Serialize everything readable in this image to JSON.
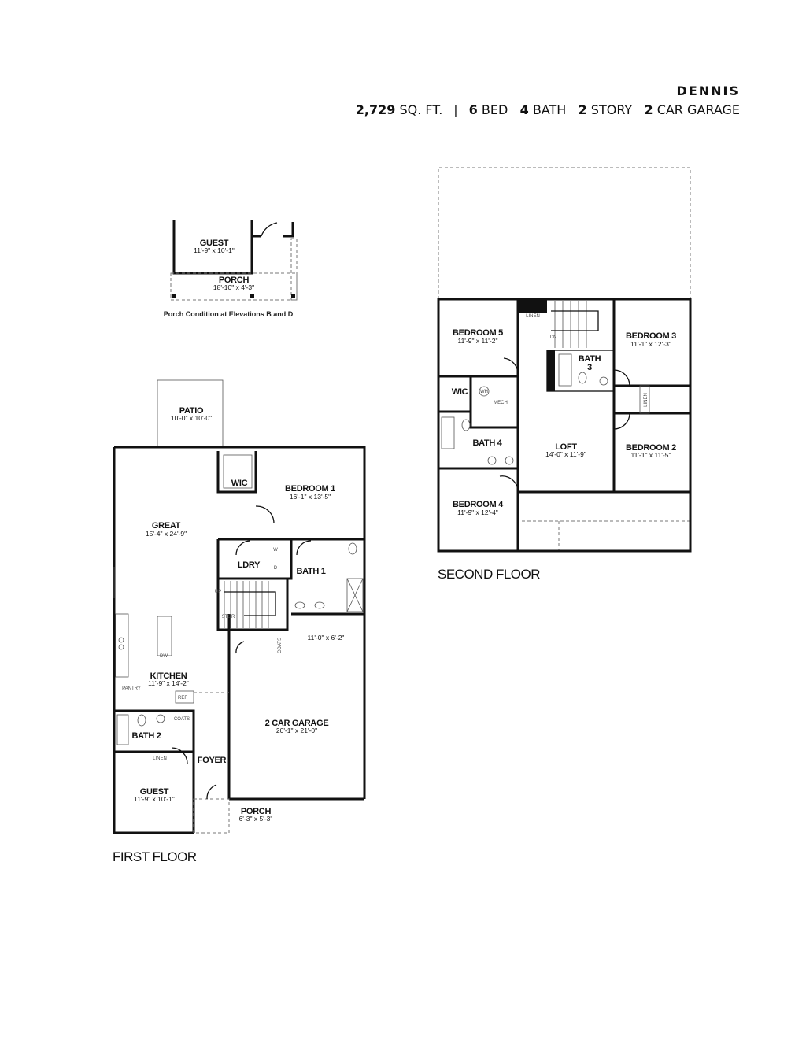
{
  "header": {
    "plan_name": "DENNIS",
    "sqft_value": "2,729",
    "sqft_unit": "SQ. FT.",
    "divider": "|",
    "beds_value": "6",
    "beds_label": "BED",
    "baths_value": "4",
    "baths_label": "BATH",
    "stories_value": "2",
    "stories_label": "STORY",
    "garage_value": "2",
    "garage_label": "CAR GARAGE"
  },
  "porch_inset": {
    "guest": {
      "name": "GUEST",
      "dims": "11'-9\" x 10'-1\""
    },
    "porch": {
      "name": "PORCH",
      "dims": "18'-10\" x 4'-3\""
    },
    "note": "Porch Condition at Elevations B and D"
  },
  "first_floor": {
    "title": "FIRST FLOOR",
    "rooms": {
      "patio": {
        "name": "PATIO",
        "dims": "10'-0\" x 10'-0\""
      },
      "great": {
        "name": "GREAT",
        "dims": "15'-4\" x 24'-9\""
      },
      "wic": {
        "name": "WIC"
      },
      "bedroom1": {
        "name": "BEDROOM 1",
        "dims": "16'-1\" x 13'-5\""
      },
      "ldry": {
        "name": "LDRY"
      },
      "bath1": {
        "name": "BATH 1"
      },
      "garage_ext": {
        "dims": "11'-0\" x 6'-2\""
      },
      "kitchen": {
        "name": "KITCHEN",
        "dims": "11'-9\" x 14'-2\""
      },
      "garage": {
        "name": "2 CAR GARAGE",
        "dims": "20'-1\" x 21'-0\""
      },
      "bath2": {
        "name": "BATH 2"
      },
      "foyer": {
        "name": "FOYER"
      },
      "guest": {
        "name": "GUEST",
        "dims": "11'-9\" x 10'-1\""
      },
      "porch": {
        "name": "PORCH",
        "dims": "6'-3\" x 5'-3\""
      }
    },
    "small_labels": {
      "up": "UP",
      "stor": "STOR",
      "coats1": "COATS",
      "coats2": "COATS",
      "pantry": "PANTRY",
      "ref": "REF",
      "linen": "LINEN",
      "dw": "DW",
      "washer": "W",
      "dryer": "D"
    }
  },
  "second_floor": {
    "title": "SECOND FLOOR",
    "rooms": {
      "bedroom5": {
        "name": "BEDROOM 5",
        "dims": "11'-9\" x 11'-2\""
      },
      "bedroom3": {
        "name": "BEDROOM 3",
        "dims": "11'-1\" x 12'-3\""
      },
      "bath3_a": {
        "name": "BATH"
      },
      "bath3_b": {
        "name": "3"
      },
      "wic": {
        "name": "WIC"
      },
      "bath4": {
        "name": "BATH 4"
      },
      "loft": {
        "name": "LOFT",
        "dims": "14'-0\" x 11'-9\""
      },
      "bedroom2": {
        "name": "BEDROOM 2",
        "dims": "11'-1\" x 11'-5\""
      },
      "bedroom4": {
        "name": "BEDROOM 4",
        "dims": "11'-9\" x 12'-4\""
      }
    },
    "small_labels": {
      "linen1": "LINEN",
      "linen2": "LINEN",
      "dn": "DN",
      "wh": "WH",
      "mech": "MECH"
    }
  }
}
